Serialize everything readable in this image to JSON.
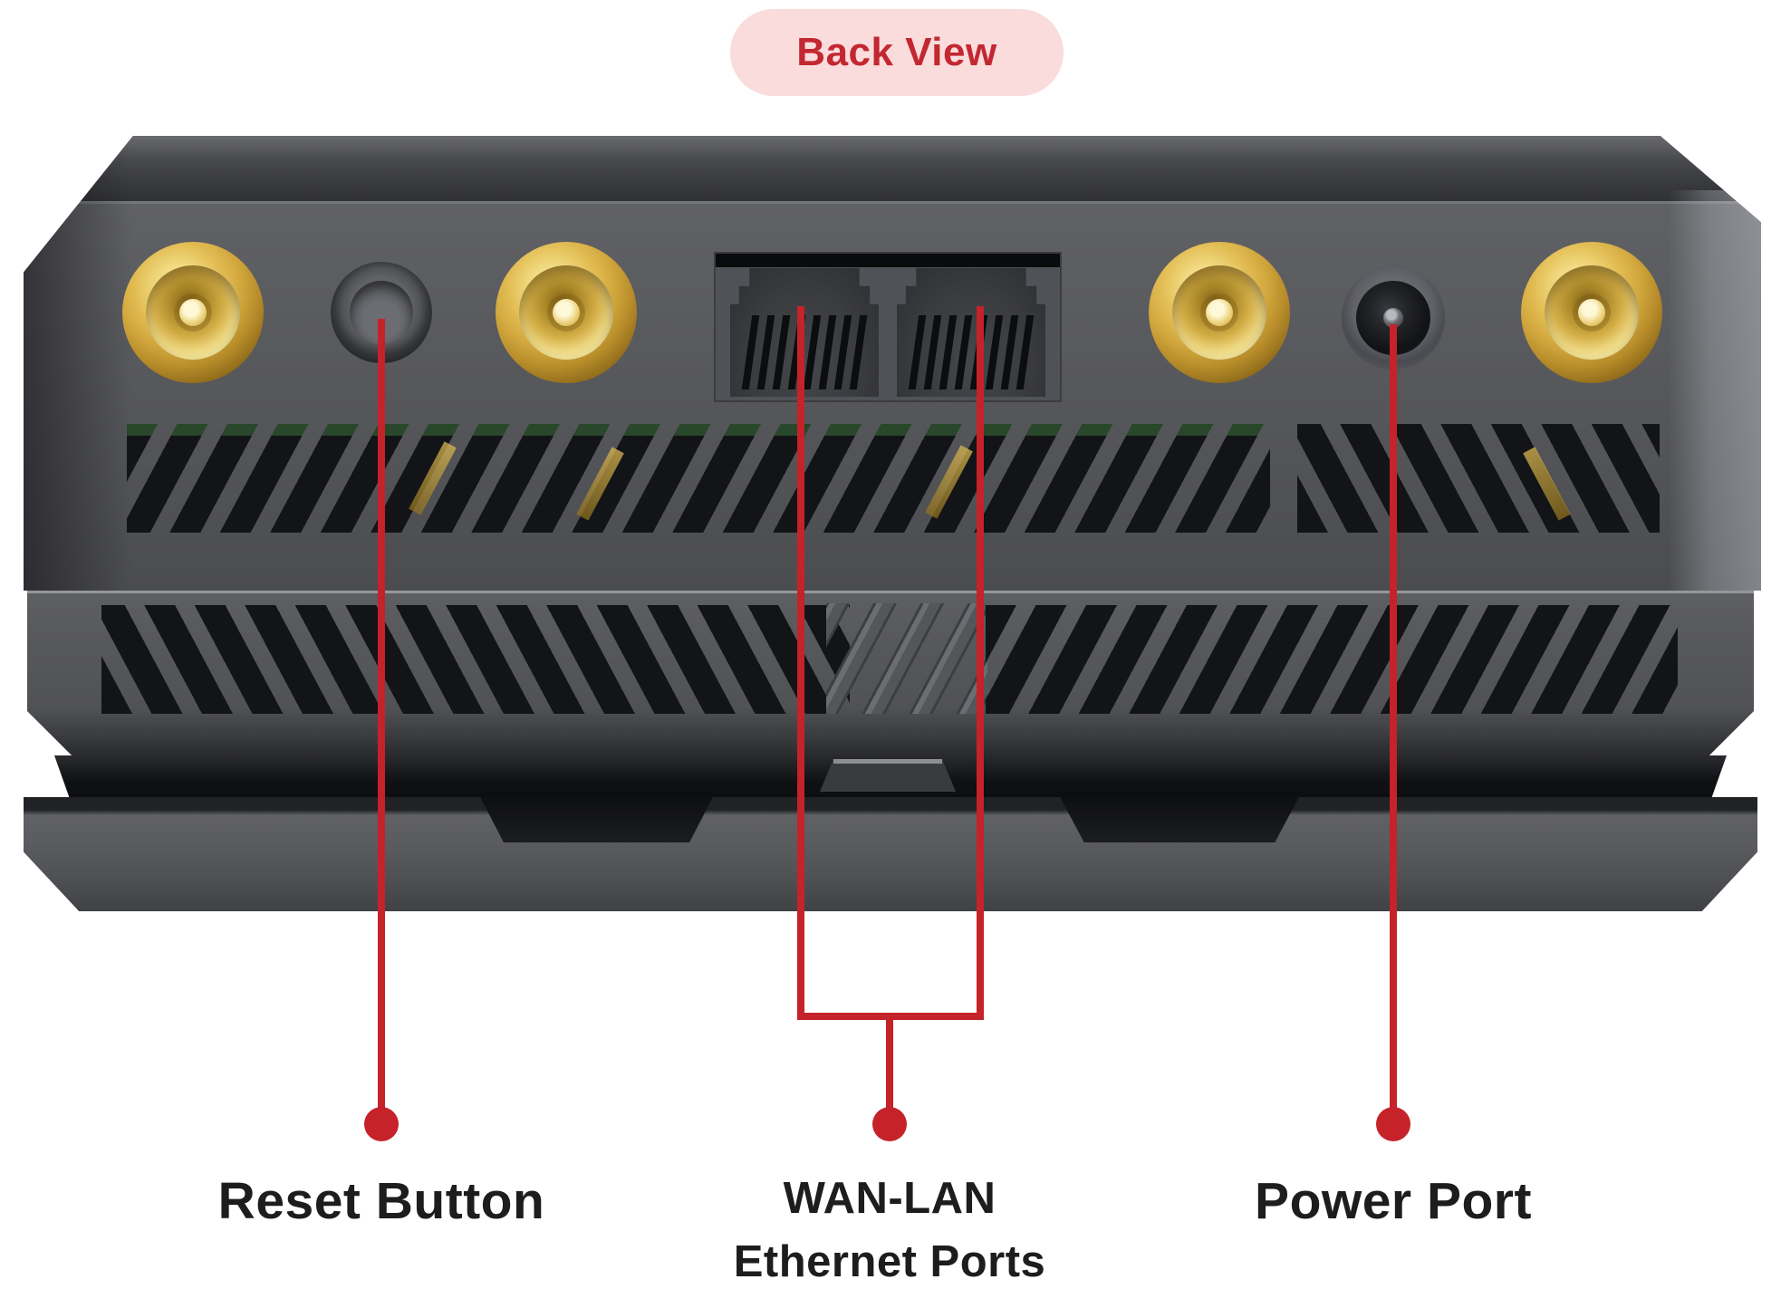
{
  "badge": {
    "label": "Back View"
  },
  "callouts": {
    "reset": {
      "label": "Reset Button"
    },
    "ethernet": {
      "label_line1": "WAN-LAN",
      "label_line2": "Ethernet Ports"
    },
    "power": {
      "label": "Power Port"
    }
  },
  "device": {
    "view": "router-back-panel",
    "elements": [
      "antenna-connector",
      "reset-button",
      "wan-lan-ethernet-ports",
      "power-port",
      "ventilation-grille",
      "mount-base"
    ]
  },
  "colors": {
    "accent_red": "#C5222A",
    "badge_bg": "#FADCDD",
    "badge_text": "#C32730",
    "label_text": "#1D1D1F",
    "chassis_gray": "#56575C",
    "antenna_gold": "#E6C766",
    "background": "#FFFFFF"
  }
}
